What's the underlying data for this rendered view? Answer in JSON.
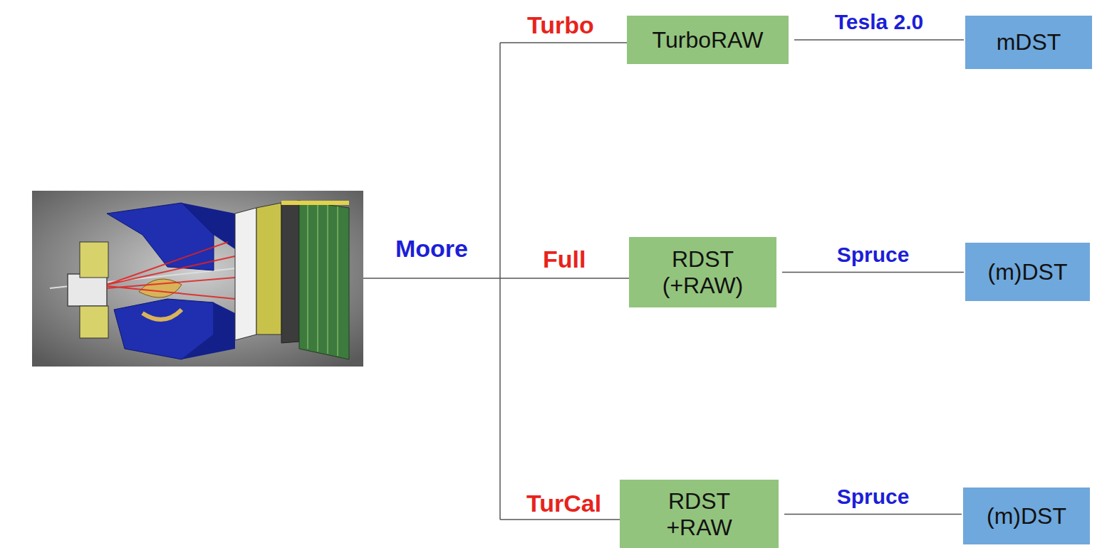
{
  "diagram": {
    "nodes": [
      {
        "text": [
          "TurboRAW"
        ]
      },
      {
        "text": [
          "mDST"
        ]
      },
      {
        "text": [
          "RDST (+RAW)"
        ]
      },
      {
        "text": [
          "(m)DST"
        ]
      },
      {
        "text": [
          "RDST +RAW"
        ]
      },
      {
        "text": [
          "(m)DST"
        ]
      }
    ],
    "edges": [
      {
        "from": 0,
        "to": 1,
        "arrow": "none",
        "label": "Tesla 2.0"
      },
      {
        "from": 2,
        "to": 3,
        "arrow": "none",
        "label": "Spruce"
      },
      {
        "from": 4,
        "to": 5,
        "arrow": "none",
        "label": "Spruce"
      }
    ],
    "labels": [
      "Turbo",
      "Moore",
      "Full",
      "TurCal"
    ]
  }
}
